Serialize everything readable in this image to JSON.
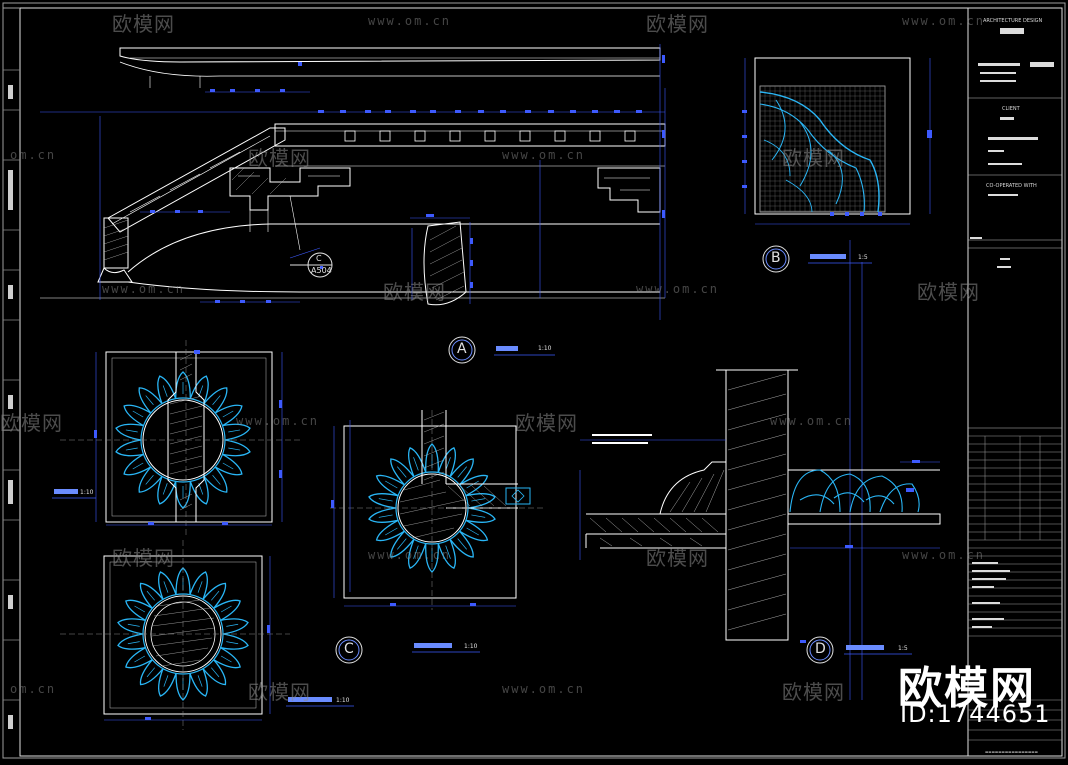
{
  "watermarks": {
    "logo_text": "欧模网",
    "url_text": "www.om.cn",
    "url_text_short": "om.cn"
  },
  "stamp": {
    "logo": "欧模网",
    "id": "ID:1744651"
  },
  "title_block": {
    "architecture_design": "ARCHITECTURE DESIGN",
    "client": "CLIENT",
    "co_operated": "CO-OPERATED WITH"
  },
  "callouts": {
    "A": "A",
    "B": "B",
    "C": "C",
    "D": "D",
    "section_ref": "C",
    "section_sheet": "A504"
  },
  "scales": {
    "A": "1:10",
    "B": "1:5",
    "C": "1:10",
    "C_left_top": "1:10",
    "C_left_bottom": "1:10",
    "D": "1:5"
  },
  "colors": {
    "background": "#000000",
    "linework": "#ffffff",
    "ornament": "#29b6f6",
    "dimension": "#3d5afe",
    "frame_gray": "#9e9e9e"
  }
}
